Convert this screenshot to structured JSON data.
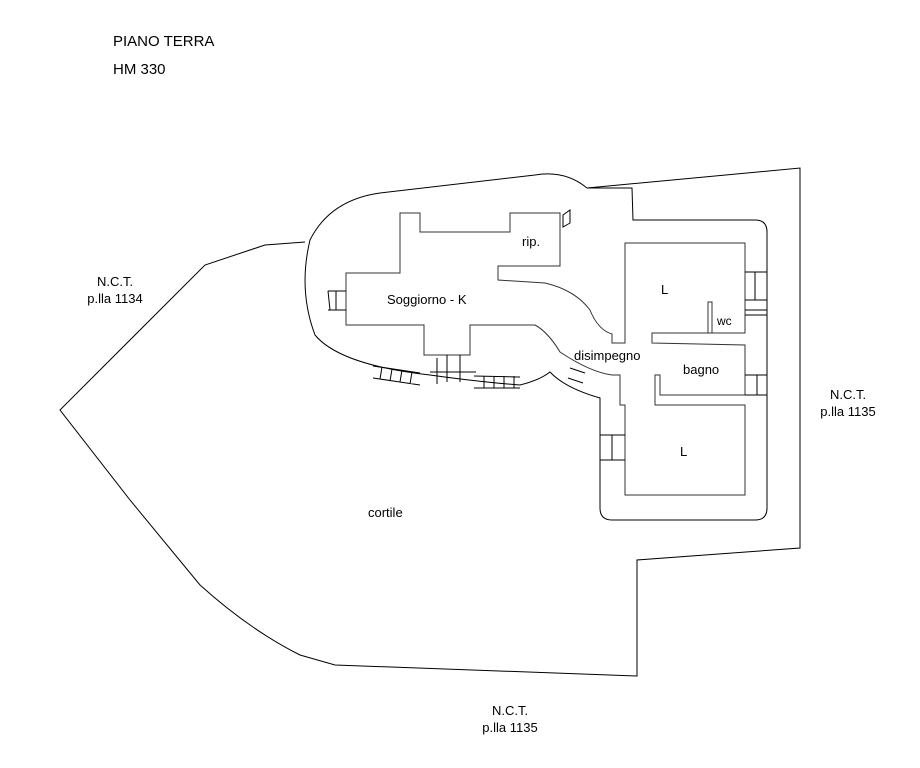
{
  "header": {
    "floor": "PIANO TERRA",
    "code": "HM 330"
  },
  "neighbors": {
    "west": {
      "line1": "N.C.T.",
      "line2": "p.lla 1134"
    },
    "east": {
      "line1": "N.C.T.",
      "line2": "p.lla 1135"
    },
    "south": {
      "line1": "N.C.T.",
      "line2": "p.lla 1135"
    }
  },
  "rooms": {
    "soggiorno": "Soggiorno - K",
    "rip": "rip.",
    "disimpegno": "disimpegno",
    "bedroom1": "L",
    "wc": "wc",
    "bagno": "bagno",
    "bedroom2": "L",
    "cortile": "cortile"
  },
  "colors": {
    "line": "#000000",
    "inner_wall": "#555555",
    "background": "#ffffff"
  }
}
